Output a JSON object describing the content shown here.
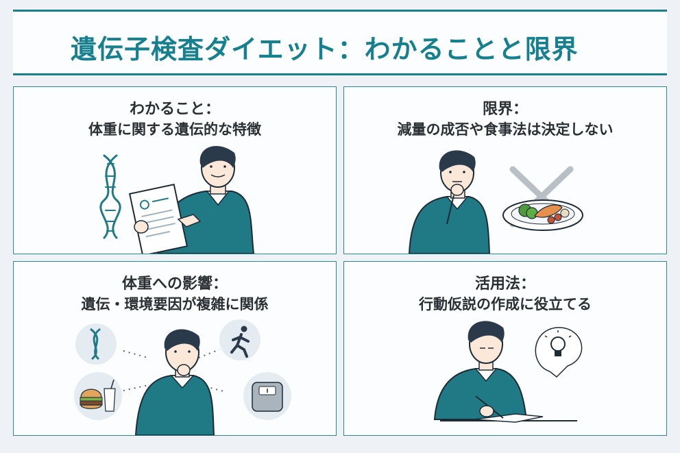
{
  "title": "遺伝子検査ダイエット：わかることと限界",
  "panels": [
    {
      "title": "わかること：",
      "subtitle": "体重に関する遺伝的な特徴"
    },
    {
      "title": "限界：",
      "subtitle": "減量の成否や食事法は決定しない"
    },
    {
      "title": "体重への影響：",
      "subtitle": "遺伝・環境要因が複雑に関係"
    },
    {
      "title": "活用法：",
      "subtitle": "行動仮説の作成に役立てる"
    }
  ],
  "colors": {
    "accent": "#17808e",
    "sweater": "#1f7a86",
    "hair": "#2b3a4a",
    "skin": "#fbe8d8",
    "icon_circle": "#e4ebf1"
  },
  "icons": [
    "dna-icon",
    "document-icon",
    "meal-plate-icon",
    "x-mark-icon",
    "running-icon",
    "burger-drink-icon",
    "scale-icon",
    "lightbulb-icon"
  ]
}
